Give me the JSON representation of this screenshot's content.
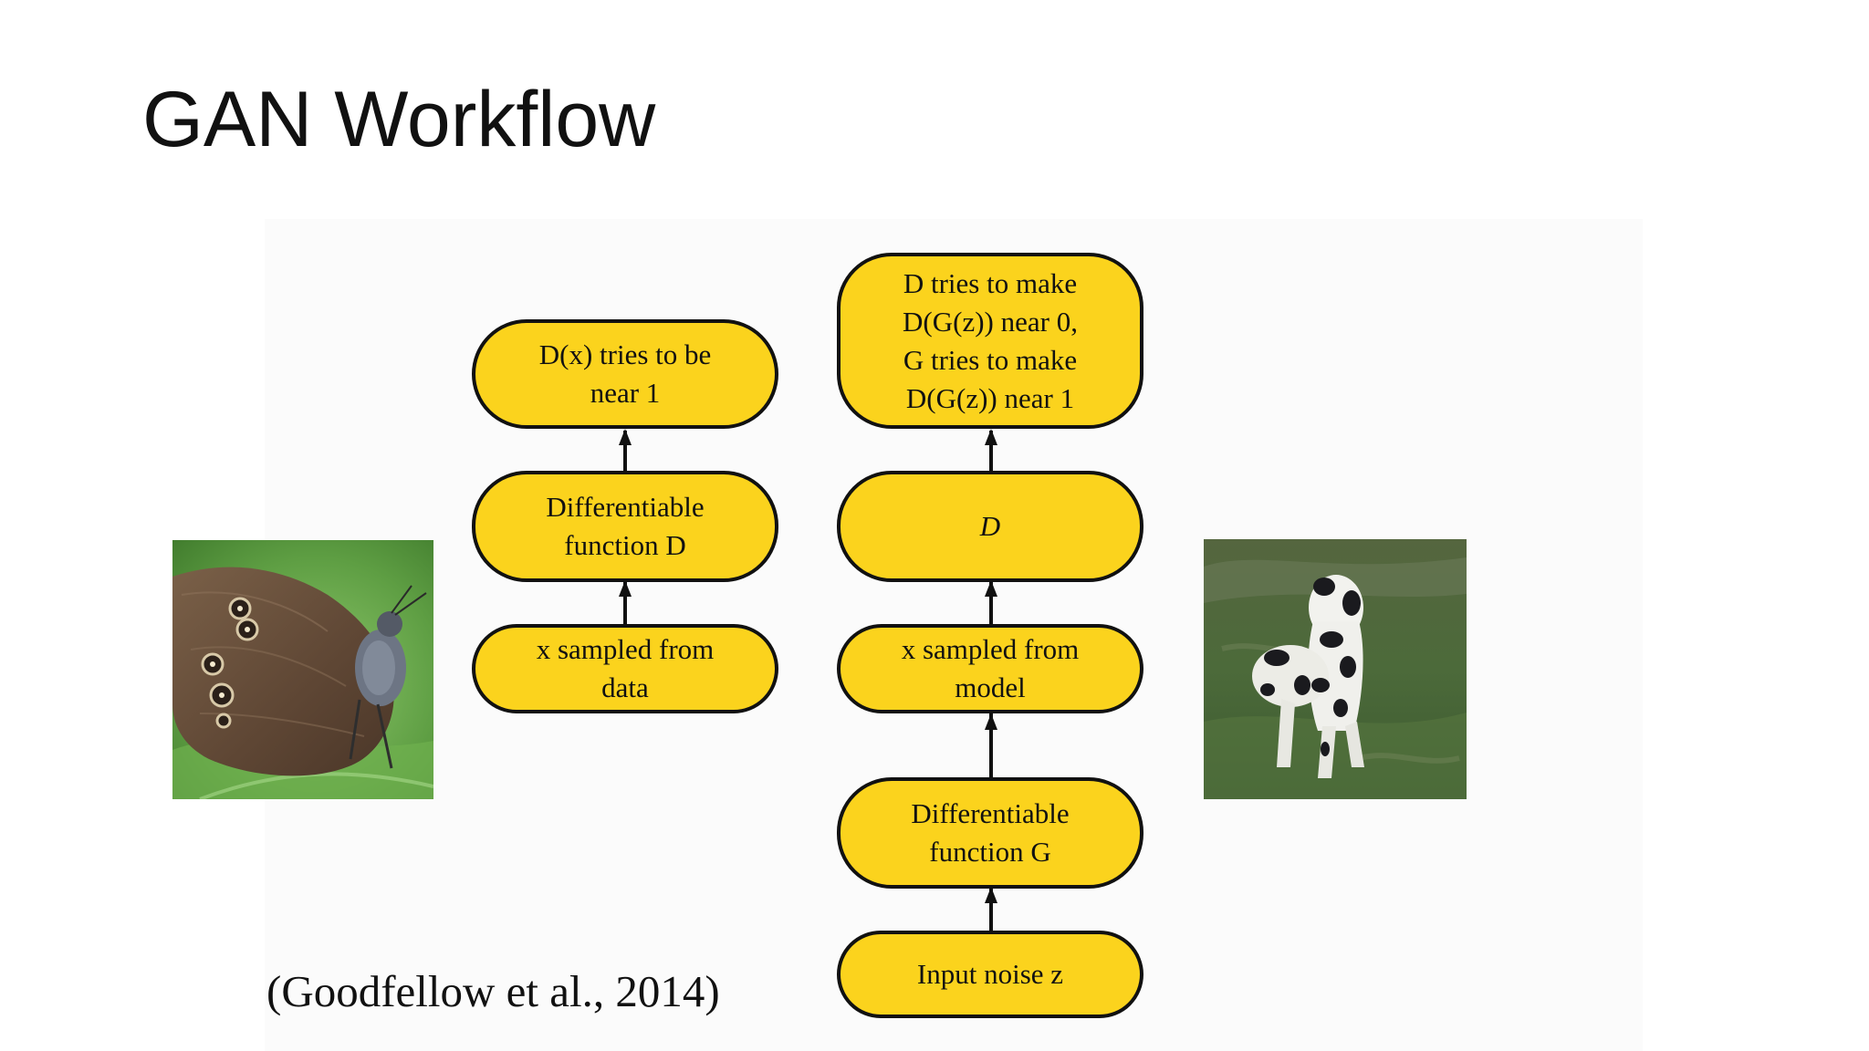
{
  "slide": {
    "title": "GAN Workflow"
  },
  "diagram": {
    "real_branch": {
      "top_node": [
        "D(x) tries to be",
        "near 1"
      ],
      "discriminator_node": [
        "Differentiable",
        "function D"
      ],
      "sample_node": [
        "x sampled from",
        "data"
      ]
    },
    "fake_branch": {
      "top_node": [
        "D tries to make",
        "D(G(z)) near 0,",
        "G tries to make",
        "D(G(z)) near 1"
      ],
      "discriminator_node": [
        "D"
      ],
      "sample_node": [
        "x sampled from",
        "model"
      ],
      "generator_node": [
        "Differentiable",
        "function G"
      ],
      "noise_node": [
        "Input noise z"
      ]
    },
    "citation": "(Goodfellow et al., 2014)"
  },
  "colors": {
    "node_fill": "#fbd31d",
    "node_border": "#111111"
  },
  "images": {
    "real_example": "butterfly-photo",
    "generated_example": "generated-dog-photo"
  }
}
